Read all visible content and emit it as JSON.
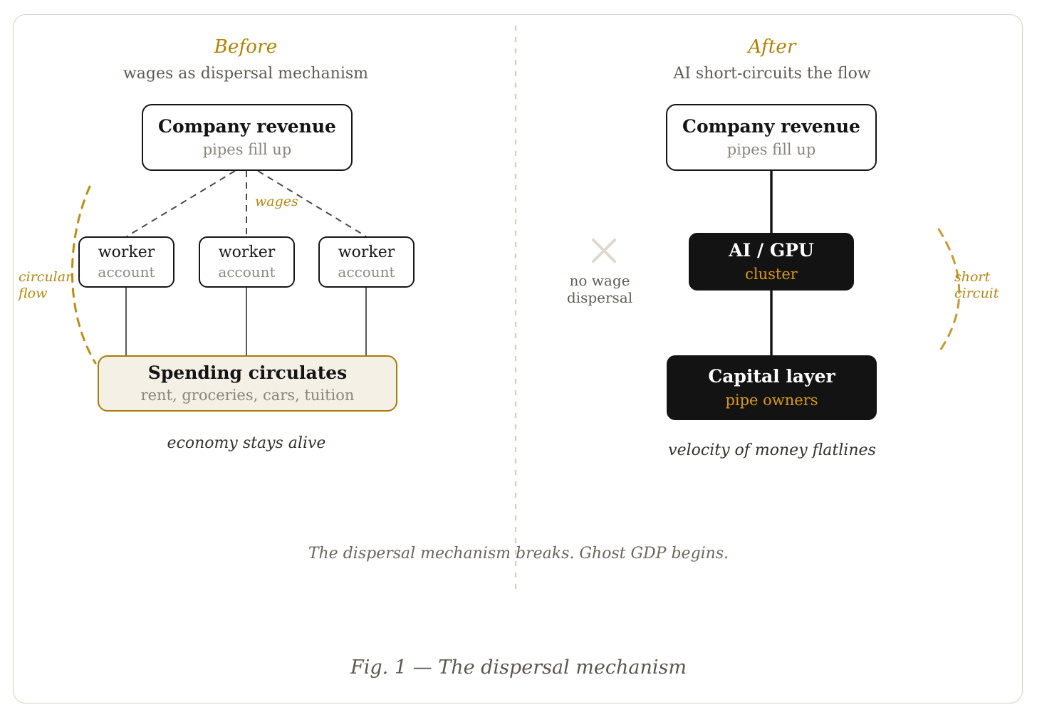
{
  "figure": {
    "caption": "Fig. 1 — The dispersal mechanism",
    "middle_caption": "The dispersal mechanism breaks. Ghost GDP begins."
  },
  "before": {
    "eyebrow": "Before",
    "subtitle": "wages as dispersal mechanism",
    "revenue": {
      "title": "Company revenue",
      "subtitle": "pipes fill up"
    },
    "workers": [
      {
        "title": "worker",
        "subtitle": "account"
      },
      {
        "title": "worker",
        "subtitle": "account"
      },
      {
        "title": "worker",
        "subtitle": "account"
      }
    ],
    "spending": {
      "title": "Spending circulates",
      "subtitle": "rent, groceries, cars, tuition"
    },
    "wages_label": "wages",
    "circular_label_line1": "circular",
    "circular_label_line2": "flow",
    "footnote": "economy stays alive"
  },
  "after": {
    "eyebrow": "After",
    "subtitle": "AI short-circuits the flow",
    "revenue": {
      "title": "Company revenue",
      "subtitle": "pipes fill up"
    },
    "ai": {
      "title": "AI / GPU",
      "subtitle": "cluster"
    },
    "capital": {
      "title": "Capital layer",
      "subtitle": "pipe owners"
    },
    "short_label_line1": "short",
    "short_label_line2": "circuit",
    "footnote": "velocity of money flatlines"
  },
  "middle": {
    "x_icon": "cross-icon",
    "no_wage_line1": "no wage",
    "no_wage_line2": "dispersal"
  },
  "colors": {
    "gold": "#b5860b",
    "gold_border": "#a97c09",
    "cream_fill": "#f4f0e6",
    "dark_box": "#131313",
    "amber_text": "#d99b0b",
    "frame_border": "#d6cfc3",
    "muted_text": "#5e5a52",
    "divider": "#d8d2c6"
  }
}
